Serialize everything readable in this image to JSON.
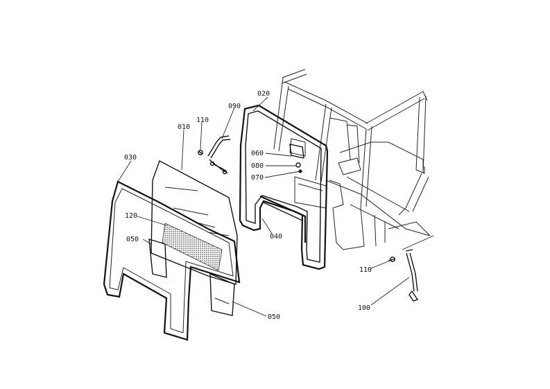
{
  "diagram": {
    "labels": {
      "p010": "010",
      "p020": "020",
      "p030": "030",
      "p040": "040",
      "p050a": "050",
      "p050b": "050",
      "p060": "060",
      "p070": "070",
      "p080": "080",
      "p090": "090",
      "p100": "100",
      "p110a": "110",
      "p110b": "110",
      "p120": "120"
    },
    "line_color": "#111111",
    "background_color": "#ffffff"
  }
}
